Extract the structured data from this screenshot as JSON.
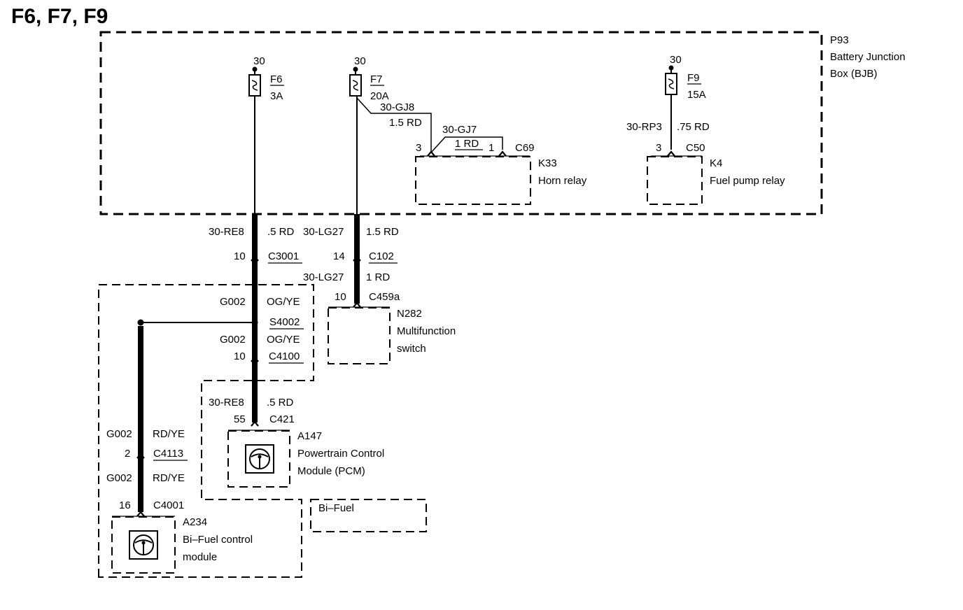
{
  "title": "F6, F7, F9",
  "bjb": {
    "id": "P93",
    "name_line1": "Battery Junction",
    "name_line2": "Box (BJB)"
  },
  "fuses": [
    {
      "supply": "30",
      "name": "F6",
      "rating": "3A"
    },
    {
      "supply": "30",
      "name": "F7",
      "rating": "20A"
    },
    {
      "supply": "30",
      "name": "F9",
      "rating": "15A"
    }
  ],
  "internal_wires": {
    "gj8_circuit": "30-GJ8",
    "gj8_size": "1.5 RD",
    "gj7_circuit": "30-GJ7",
    "gj7_size": "1 RD",
    "rp3_circuit": "30-RP3",
    "rp3_size": ".75 RD"
  },
  "horn_relay": {
    "pin_left": "3",
    "pin_right": "1",
    "connector": "C69",
    "id": "K33",
    "name": "Horn relay"
  },
  "fuel_pump_relay": {
    "pin": "3",
    "connector": "C50",
    "id": "K4",
    "name": "Fuel pump relay"
  },
  "left_branch": {
    "circuit": "30-RE8",
    "size": ".5 RD",
    "pin": "10",
    "connector": "C3001",
    "g002_a": "G002",
    "color_a": "OG/YE",
    "splice": "S4002",
    "g002_b": "G002",
    "color_b": "OG/YE",
    "pin_b": "10",
    "connector_b": "C4100",
    "circuit_pcm": "30-RE8",
    "size_pcm": ".5 RD",
    "pin_pcm": "55",
    "connector_pcm": "C421"
  },
  "right_branch": {
    "circuit": "30-LG27",
    "size": "1.5 RD",
    "pin": "14",
    "connector": "C102",
    "circuit2": "30-LG27",
    "size2": "1 RD",
    "pin2": "10",
    "connector2": "C459a"
  },
  "multifunction": {
    "id": "N282",
    "line1": "Multifunction",
    "line2": "switch"
  },
  "pcm": {
    "id": "A147",
    "line1": "Powertrain Control",
    "line2": "Module (PCM)"
  },
  "bifuel_wire": {
    "g002_a": "G002",
    "color_a": "RD/YE",
    "pin_a": "2",
    "connector_a": "C4113",
    "g002_b": "G002",
    "color_b": "RD/YE",
    "pin_b": "16",
    "connector_b": "C4001"
  },
  "bifuel_module": {
    "id": "A234",
    "line1": "Bi–Fuel control",
    "line2": "module"
  },
  "bifuel_box": {
    "label": "Bi–Fuel"
  },
  "icons": {
    "fuse": "fuse-icon",
    "module": "module-symbol-icon",
    "splice": "splice-dot-icon"
  }
}
